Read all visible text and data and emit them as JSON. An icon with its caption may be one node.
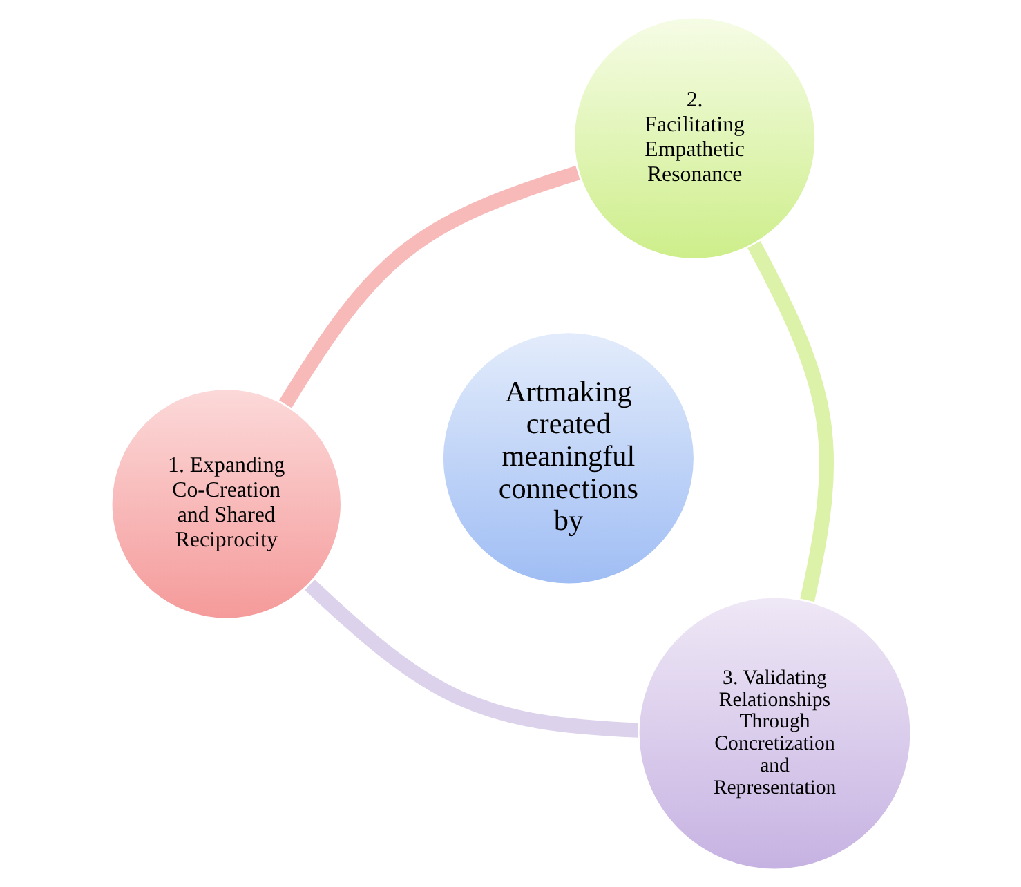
{
  "diagram": {
    "nodes": [
      {
        "text": [
          "1. Expanding Co-Creation and Shared Reciprocity"
        ]
      },
      {
        "text": [
          "Artmaking created meaningful connections by"
        ]
      },
      {
        "text": [
          "3. Validating Relationships Through Concretization and Representation"
        ]
      },
      {
        "text": [
          "2. Facilitating Empathetic Resonance"
        ]
      }
    ],
    "edges": [
      {
        "from": 0,
        "to": 3,
        "arrow": "none",
        "color": "#f8b9b9"
      },
      {
        "from": 3,
        "to": 2,
        "arrow": "none",
        "color": "#dcf2a8"
      },
      {
        "from": 2,
        "to": 0,
        "arrow": "none",
        "color": "#dcd2ec"
      }
    ]
  }
}
